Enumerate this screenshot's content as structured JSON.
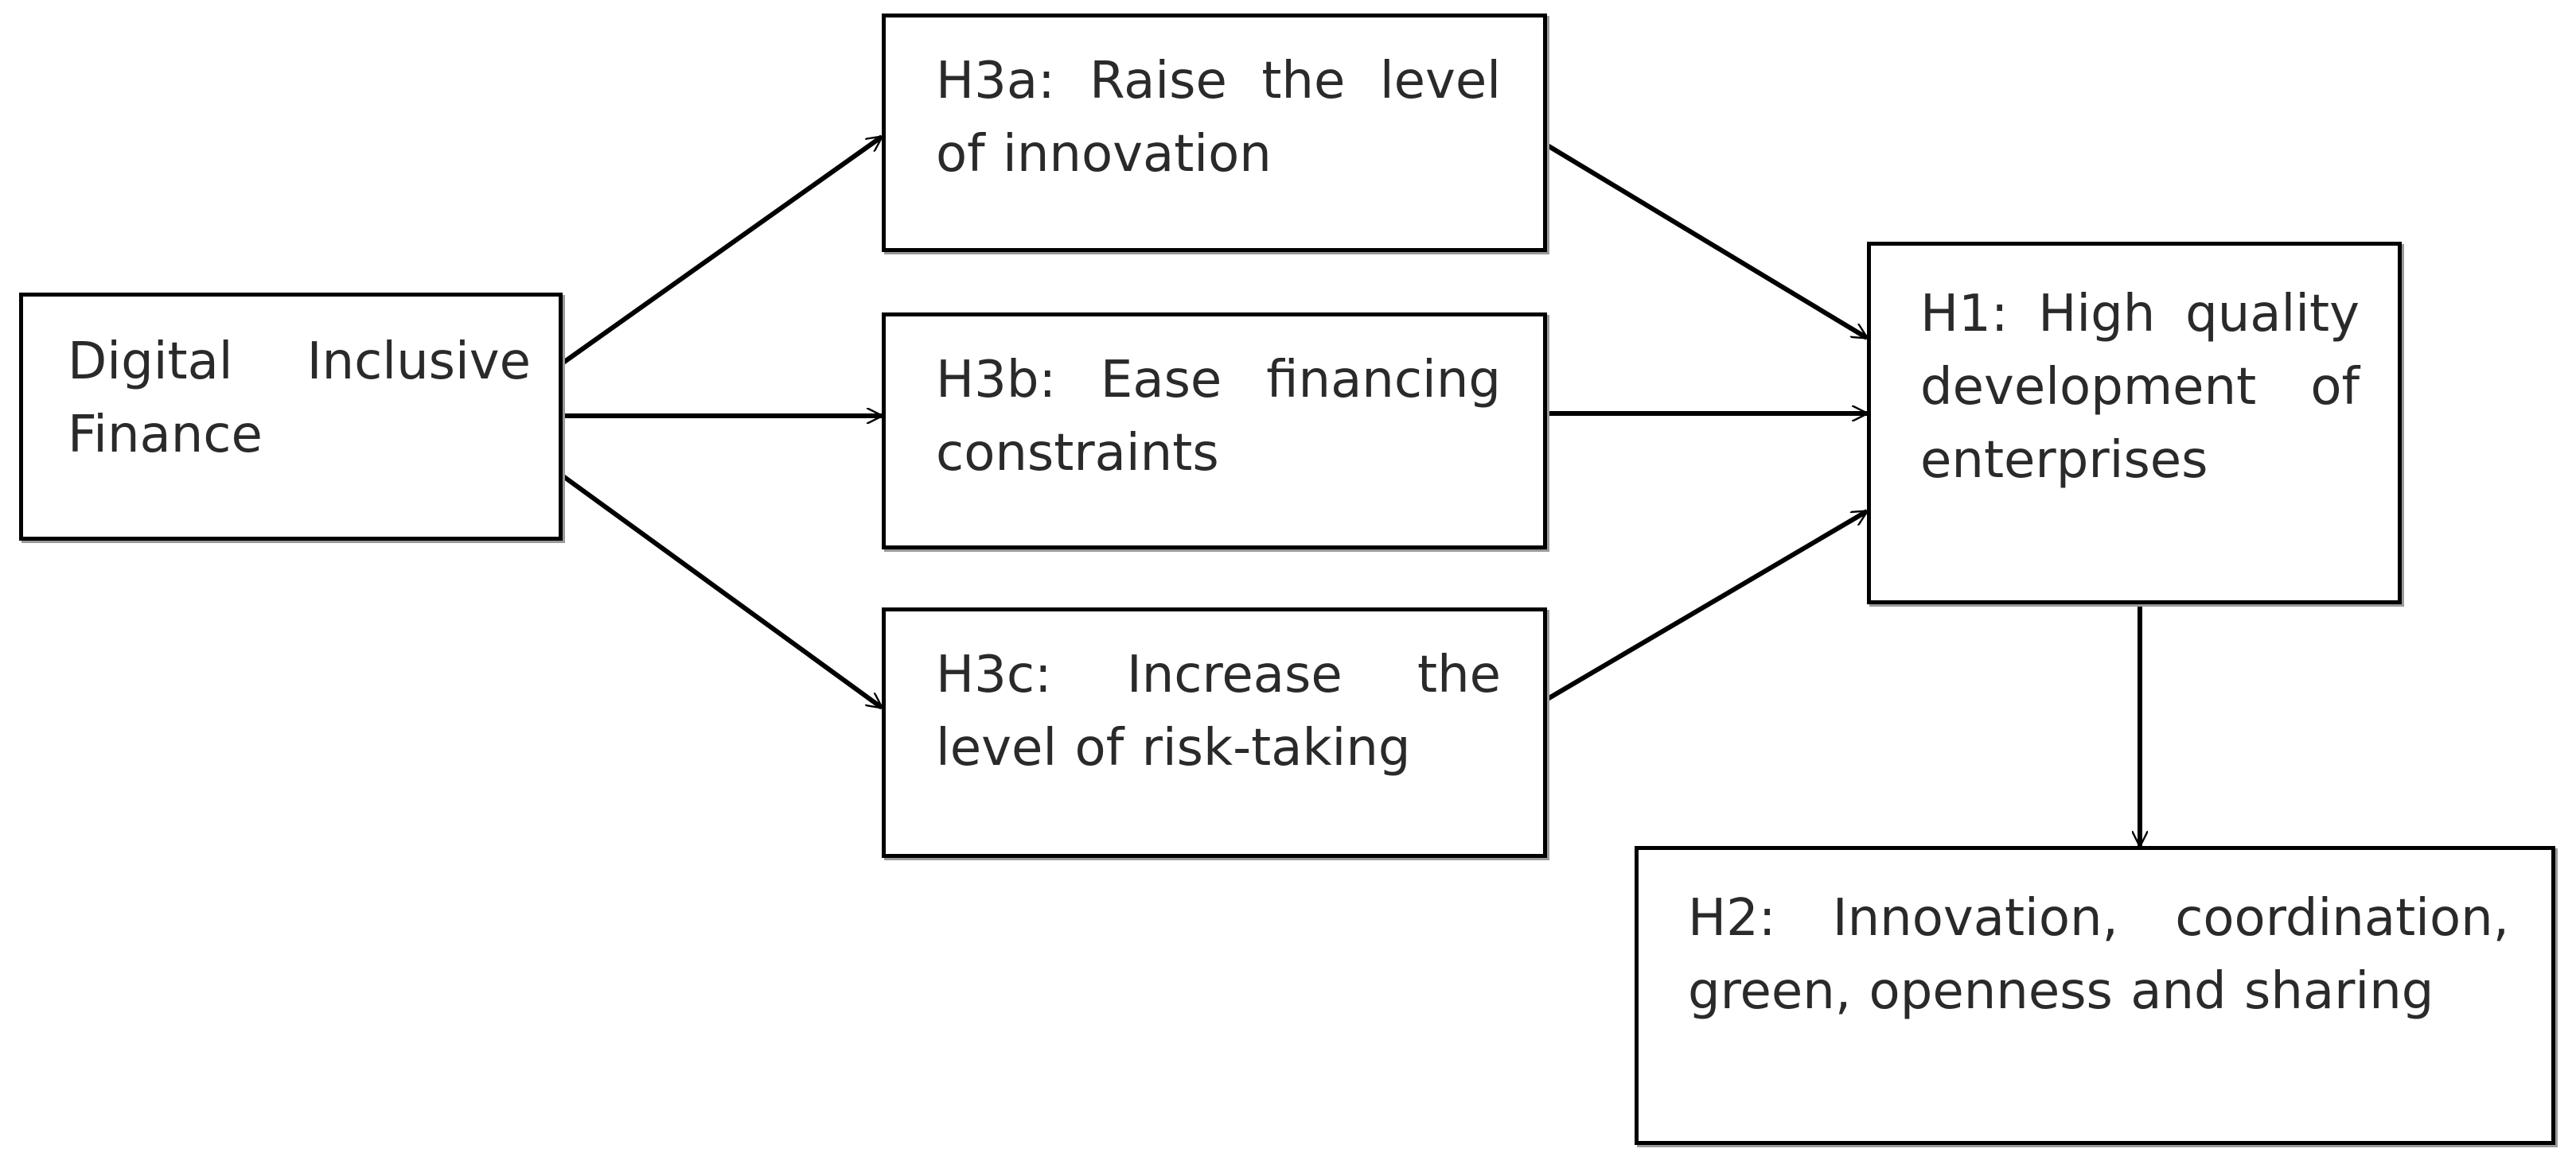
{
  "diagram": {
    "nodes": {
      "dif": {
        "label": "Digital Inclusive Finance"
      },
      "h3a": {
        "label": "H3a: Raise the level of innovation"
      },
      "h3b": {
        "label": "H3b: Ease financing constraints"
      },
      "h3c": {
        "label": "H3c: Increase the level of risk-taking"
      },
      "h1": {
        "label": "H1: High quality development of enterprises"
      },
      "h2": {
        "label": "H2: Innovation, coordination, green, openness and sharing"
      }
    },
    "edges": [
      {
        "from": "Digital Inclusive Finance",
        "to": "H3a: Raise the level of innovation"
      },
      {
        "from": "Digital Inclusive Finance",
        "to": "H3b: Ease financing constraints"
      },
      {
        "from": "Digital Inclusive Finance",
        "to": "H3c: Increase the level of risk-taking"
      },
      {
        "from": "H3a: Raise the level of innovation",
        "to": "H1: High quality development of enterprises"
      },
      {
        "from": "H3b: Ease financing constraints",
        "to": "H1: High quality development of enterprises"
      },
      {
        "from": "H3c: Increase the level of risk-taking",
        "to": "H1: High quality development of enterprises"
      },
      {
        "from": "H1: High quality development of enterprises",
        "to": "H2: Innovation, coordination, green, openness and sharing"
      }
    ]
  }
}
